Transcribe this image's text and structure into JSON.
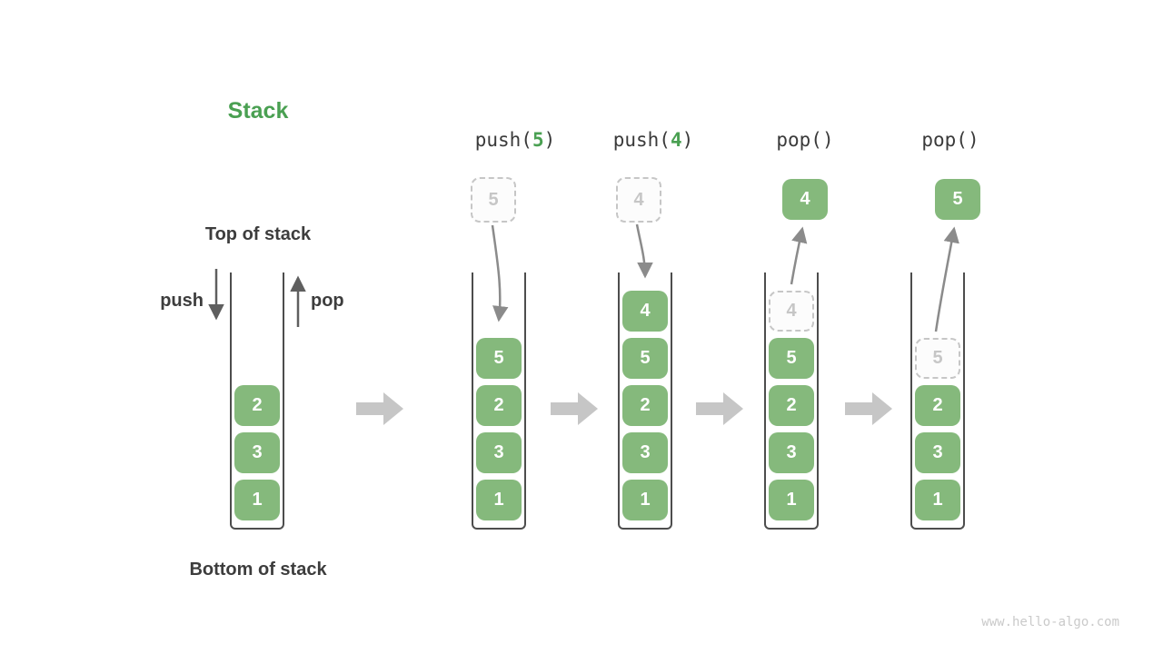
{
  "page": {
    "watermark": "www.hello-algo.com",
    "background": "#ffffff"
  },
  "colors": {
    "accent_green": "#85b97c",
    "title_green": "#4aa052",
    "text_dark": "#3d3d3d",
    "container_border": "#4d4d4d",
    "dashed_box_border": "#c6c6c6",
    "dashed_box_text": "#c6c6c6",
    "flow_arrow_gray": "#8b8b8b",
    "push_pop_arrow_gray": "#5f5f5f",
    "step_arrow_gray": "#c6c6c6",
    "watermark_gray": "#cacaca"
  },
  "legend": {
    "title": "Stack",
    "top_label": "Top of stack",
    "bottom_label": "Bottom of stack",
    "push_label": "push",
    "pop_label": "pop"
  },
  "ops": [
    {
      "name": "push-5",
      "prefix": "push(",
      "arg": "5",
      "suffix": ")"
    },
    {
      "name": "push-4",
      "prefix": "push(",
      "arg": "4",
      "suffix": ")"
    },
    {
      "name": "pop-first",
      "prefix": "pop(",
      "arg": "",
      "suffix": ")"
    },
    {
      "name": "pop-second",
      "prefix": "pop(",
      "arg": "",
      "suffix": ")"
    }
  ],
  "stacks": [
    {
      "name": "initial",
      "items": [
        {
          "value": "2",
          "style": "solid"
        },
        {
          "value": "3",
          "style": "solid"
        },
        {
          "value": "1",
          "style": "solid"
        }
      ]
    },
    {
      "name": "during-push-5",
      "floating": {
        "value": "5",
        "style": "dashed"
      },
      "items": [
        {
          "value": "5",
          "style": "solid"
        },
        {
          "value": "2",
          "style": "solid"
        },
        {
          "value": "3",
          "style": "solid"
        },
        {
          "value": "1",
          "style": "solid"
        }
      ]
    },
    {
      "name": "during-push-4",
      "floating": {
        "value": "4",
        "style": "dashed"
      },
      "items": [
        {
          "value": "4",
          "style": "solid"
        },
        {
          "value": "5",
          "style": "solid"
        },
        {
          "value": "2",
          "style": "solid"
        },
        {
          "value": "3",
          "style": "solid"
        },
        {
          "value": "1",
          "style": "solid"
        }
      ]
    },
    {
      "name": "during-pop-4",
      "floating": {
        "value": "4",
        "style": "solid"
      },
      "items": [
        {
          "value": "4",
          "style": "dashed"
        },
        {
          "value": "5",
          "style": "solid"
        },
        {
          "value": "2",
          "style": "solid"
        },
        {
          "value": "3",
          "style": "solid"
        },
        {
          "value": "1",
          "style": "solid"
        }
      ]
    },
    {
      "name": "during-pop-5",
      "floating": {
        "value": "5",
        "style": "solid"
      },
      "items": [
        {
          "value": "5",
          "style": "dashed"
        },
        {
          "value": "2",
          "style": "solid"
        },
        {
          "value": "3",
          "style": "solid"
        },
        {
          "value": "1",
          "style": "solid"
        }
      ]
    }
  ]
}
